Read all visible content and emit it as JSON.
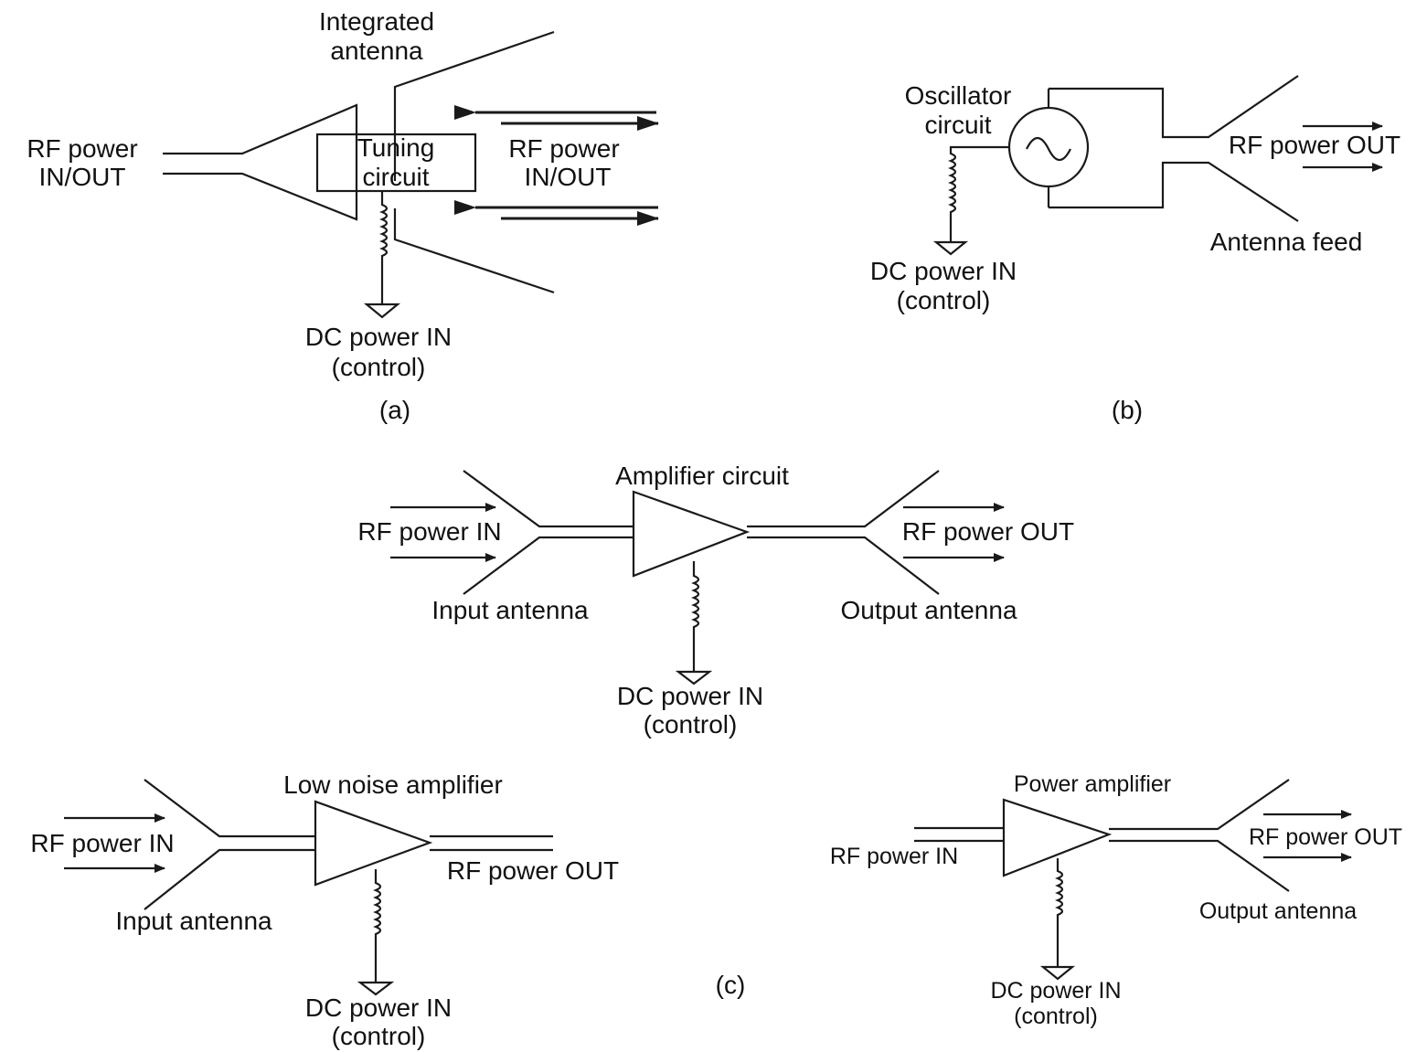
{
  "figure": {
    "a": {
      "caption": "(a)",
      "antenna_label": [
        "Integrated",
        "antenna"
      ],
      "rf_in_out_left": [
        "RF power",
        "IN/OUT"
      ],
      "tuning_circuit": [
        "Tuning",
        "circuit"
      ],
      "rf_in_out_right": [
        "RF power",
        "IN/OUT"
      ],
      "dc_in": [
        "DC power IN",
        "(control)"
      ]
    },
    "b": {
      "caption": "(b)",
      "oscillator": [
        "Oscillator",
        "circuit"
      ],
      "rf_out": "RF power OUT",
      "antenna_feed": "Antenna feed",
      "dc_in": [
        "DC power IN",
        "(control)"
      ]
    },
    "c": {
      "caption": "(c)",
      "amplifier": {
        "title": "Amplifier circuit",
        "rf_in": "RF power IN",
        "rf_out": "RF power OUT",
        "input_antenna": "Input antenna",
        "output_antenna": "Output antenna",
        "dc_in": [
          "DC power IN",
          "(control)"
        ]
      },
      "lna": {
        "title": "Low noise amplifier",
        "rf_in": "RF power IN",
        "rf_out": "RF power OUT",
        "input_antenna": "Input antenna",
        "dc_in": [
          "DC power IN",
          "(control)"
        ]
      },
      "pa": {
        "title": "Power amplifier",
        "rf_in": "RF power IN",
        "rf_out": "RF power OUT",
        "output_antenna": "Output antenna",
        "dc_in": [
          "DC power IN",
          "(control)"
        ]
      }
    }
  }
}
